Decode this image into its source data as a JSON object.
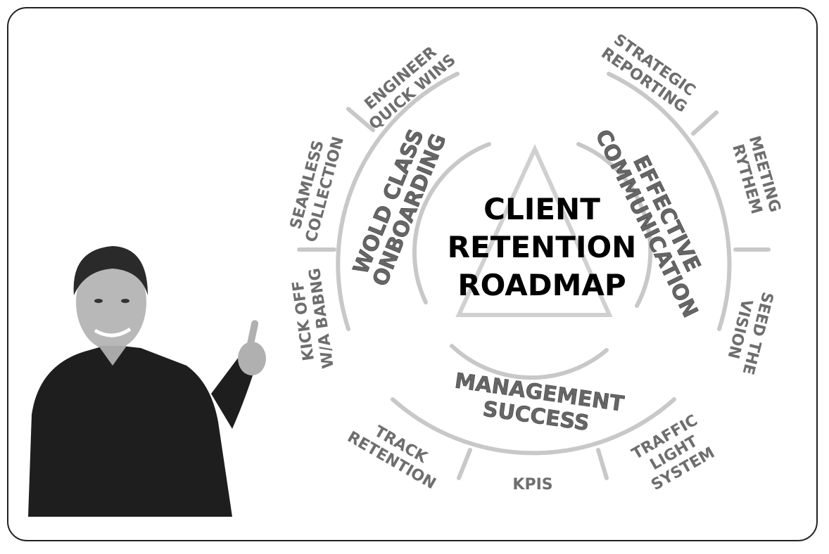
{
  "title": [
    "CLIENT",
    "RETENTION",
    "ROADMAP"
  ],
  "pillars": {
    "onboarding": [
      "WOLD CLASS",
      "ONBOARDING"
    ],
    "communication": [
      "EFFECTIVE",
      "COMMUNICATION"
    ],
    "management": [
      "MANAGEMENT",
      "SUCCESS"
    ]
  },
  "items": {
    "engineer": [
      "ENGINEER",
      "QUICK WINS"
    ],
    "seamless": [
      "SEAMLESS",
      "COLLECTION"
    ],
    "kickoff": [
      "KICK OFF",
      "W/A BABNG"
    ],
    "strategic": [
      "STRATEGIC",
      "REPORTING"
    ],
    "meeting": [
      "MEETING",
      "RYTHEM"
    ],
    "seed": [
      "SEED THE",
      "VISION"
    ],
    "track": [
      "TRACK",
      "RETENTION"
    ],
    "kpis": [
      "KPIS"
    ],
    "traffic": [
      "TRAFFIC",
      "LIGHT",
      "SYSTEM"
    ]
  }
}
